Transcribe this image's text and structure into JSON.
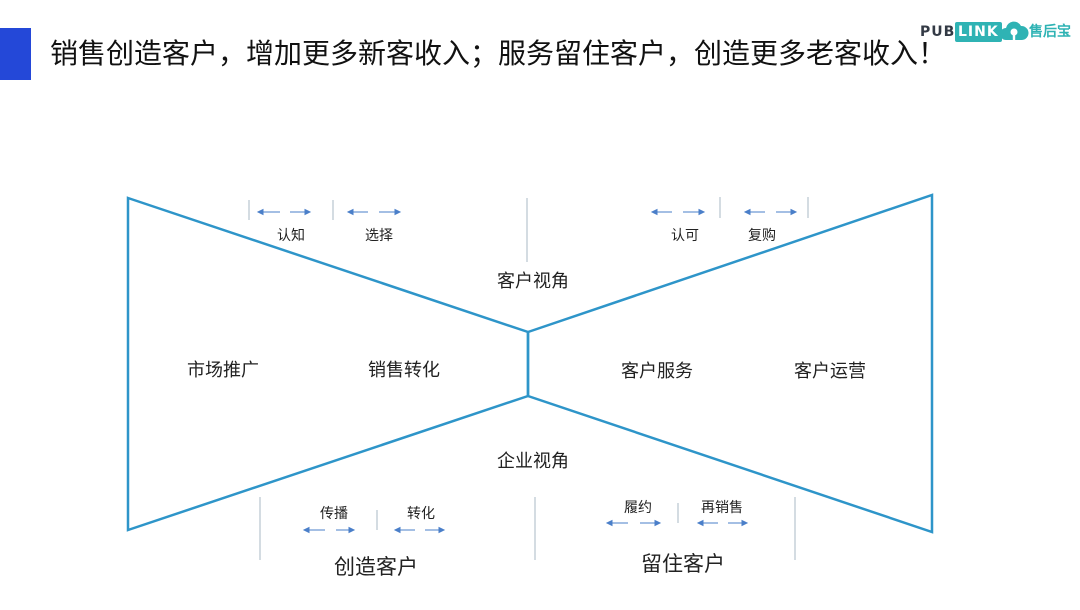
{
  "slide": {
    "title": "销售创造客户，增加更多新客收入；服务留住客户，创造更多老客收入！"
  },
  "logo": {
    "pub": "PUB",
    "link": "LINK",
    "cn": "售后宝",
    "icon": "cloud-wrench-icon",
    "colors": {
      "pub": "#333a45",
      "link": "#2fb3b4",
      "cn": "#2fb3b4"
    }
  },
  "diagram": {
    "colors": {
      "outline": "#2e95c9",
      "arrow": "#4a7fc9",
      "divider": "#aab8c6",
      "accent": "#2448d8"
    },
    "perspectives": {
      "customer": "客户视角",
      "enterprise": "企业视角"
    },
    "quadrants": {
      "market_promotion": "市场推广",
      "sales_conversion": "销售转化",
      "customer_service": "客户服务",
      "customer_operation": "客户运营"
    },
    "top_stages": {
      "awareness": "认知",
      "choice": "选择",
      "approval": "认可",
      "repurchase": "复购"
    },
    "bottom_stages": {
      "spread": "传播",
      "conversion": "转化",
      "fulfillment": "履约",
      "resale": "再销售"
    },
    "bottom_groups": {
      "create_customers": "创造客户",
      "retain_customers": "留住客户"
    }
  }
}
